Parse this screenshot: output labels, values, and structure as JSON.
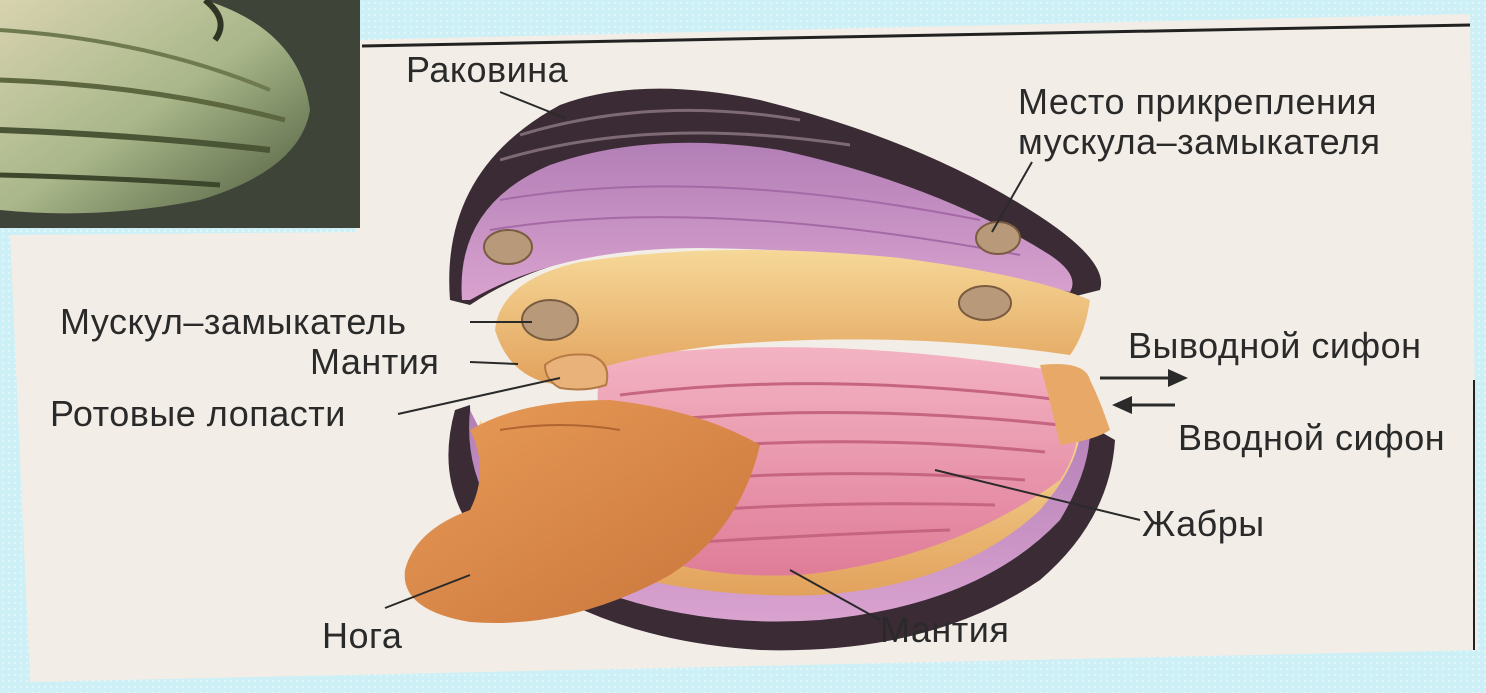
{
  "labels": {
    "shell": "Раковина",
    "muscle_attachment_line1": "Место прикрепления",
    "muscle_attachment_line2": "мускула–замыкателя",
    "adductor_muscle": "Мускул–замыкатель",
    "mantle_top": "Мантия",
    "mouth_lobes": "Ротовые лопасти",
    "excurrent_siphon": "Выводной сифон",
    "incurrent_siphon": "Вводной сифон",
    "gills": "Жабры",
    "foot": "Нога",
    "mantle_bottom": "Мантия"
  },
  "colors": {
    "background": "#cdeff6",
    "paper": "#f2eee7",
    "shell_dark": "#3a2b35",
    "mantle_purple": "#c98fc4",
    "body_yellow": "#f0c27a",
    "gills_pink": "#e88fa6",
    "foot_orange": "#d98a4a",
    "label_text": "#2a2a2a"
  },
  "icons": {
    "excurrent_arrow": "arrow-right-icon",
    "incurrent_arrow": "arrow-left-icon"
  }
}
